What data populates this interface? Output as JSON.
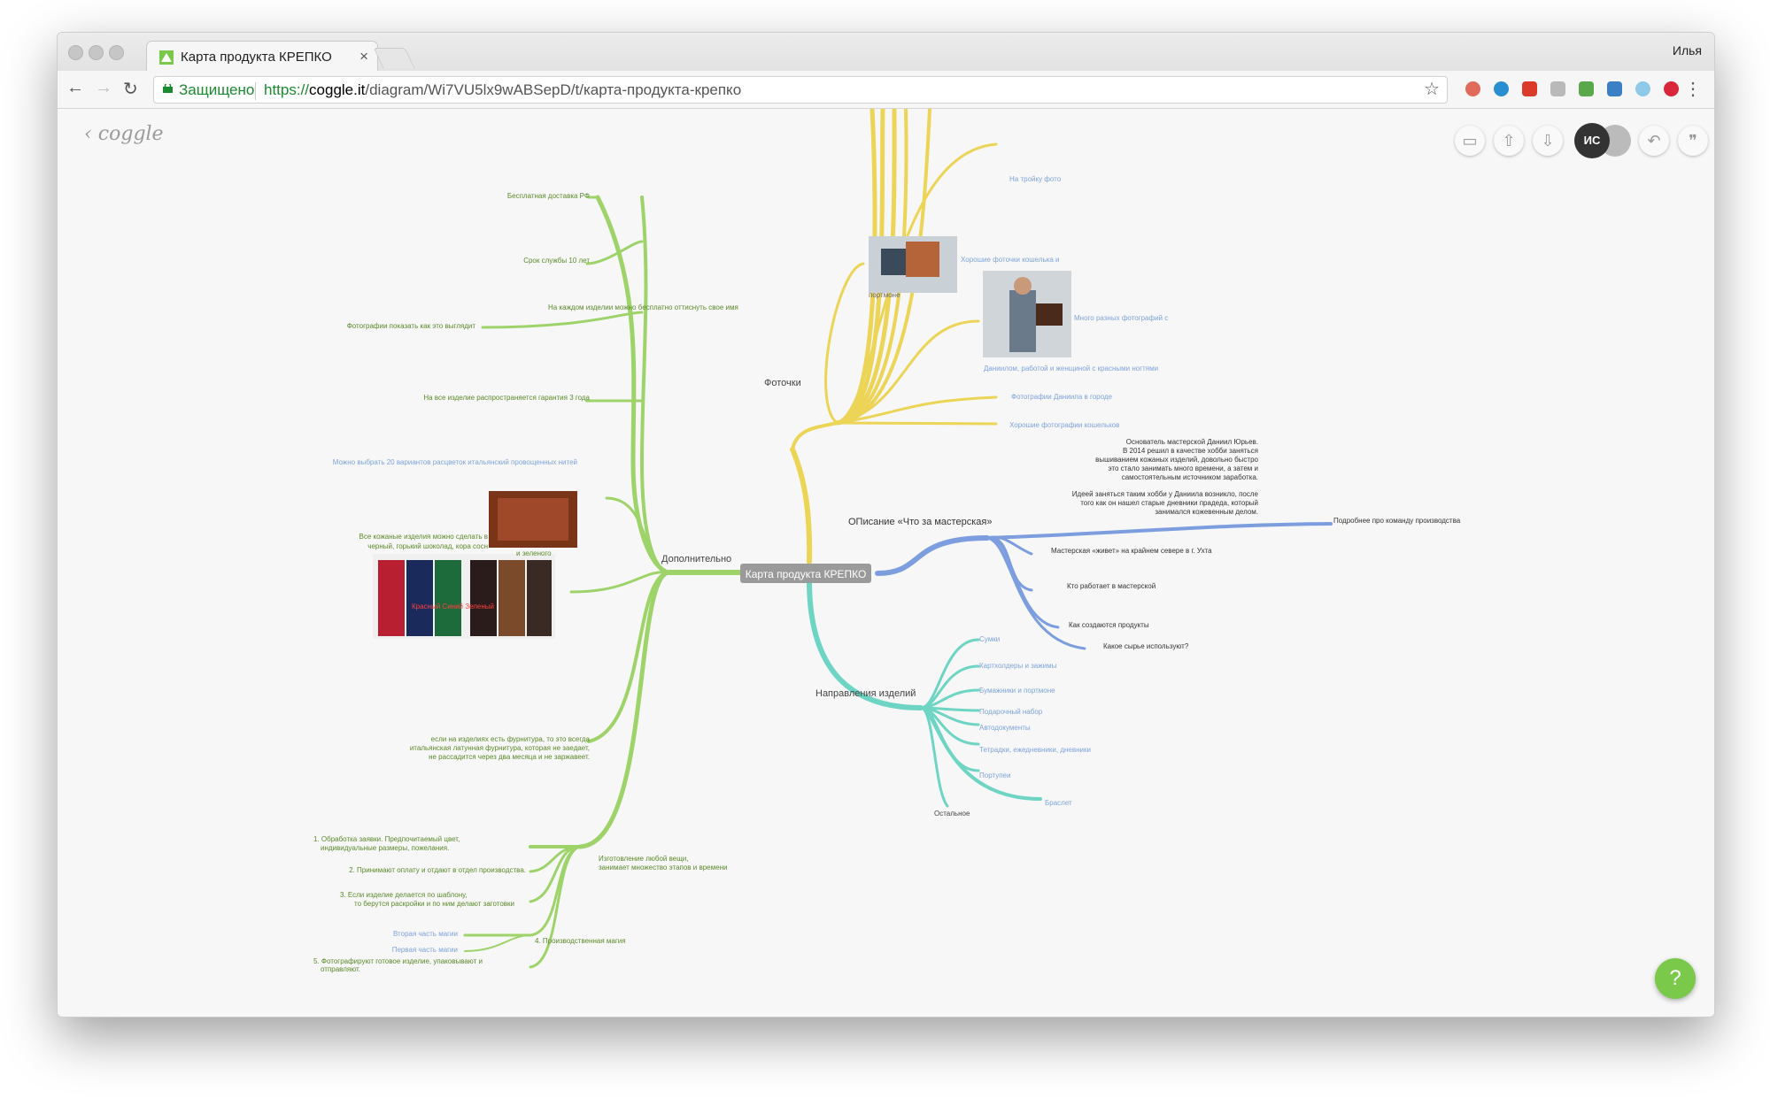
{
  "browser": {
    "tab_title": "Карта продукта КРЕПКО",
    "tab_close": "×",
    "user_name": "Илья",
    "secure_label": "Защищено",
    "url_prefix": "https://",
    "url_domain": "coggle.it",
    "url_path": "/diagram/Wi7VU5lx9wABSepD/t/карта-продукта-крепко",
    "back_icon": "←",
    "forward_icon": "→",
    "reload_icon": "↻",
    "star_icon": "☆",
    "menu_icon": "⋮"
  },
  "app": {
    "logo_text": "‹ coggle",
    "avatar_initials": "ИС",
    "help_label": "?",
    "toolbar_icons": [
      "present-icon",
      "upload-icon",
      "download-icon",
      "avatar",
      "history-icon",
      "comments-icon"
    ]
  },
  "colors": {
    "green": "#9ed36a",
    "yellow": "#ecd456",
    "blue": "#7d9ede",
    "teal": "#6ed4c3",
    "green_text": "#5a8a2a",
    "blue_text": "#7da4dc",
    "center_bg": "#9a9a9a"
  },
  "mindmap": {
    "center": "Карта продукта КРЕПКО",
    "branches": {
      "dopolnitelno": {
        "label": "Дополнительно",
        "nodes": [
          "Бесплатная доставка РФ",
          "Срок службы 10 лет",
          "На каждом изделии можно бесплатно оттиснуть свое имя",
          "Фотографии показать как это выглядит",
          "На все изделие распространяется гарантия 3 года",
          "Можно выбрать 20 вариантов расцветок итальянский провощенных нитей",
          "Все кожаные изделия можно сделать в",
          "черный, горький шоколад, кора сосн",
          "и зеленого",
          "если на изделиях есть фурнитура, то это всегда",
          "итальянская латунная фурнитура, которая не заедает,",
          "не рассадится через два месяца и не заржавеет.",
          "Изготовление любой вещи,",
          "занимает множество этапов и времени"
        ],
        "steps": [
          "1. Обработка заявки. Предпочитаемый цвет,",
          "индивидуальные размеры, пожелания.",
          "2. Принимают оплату и отдают в отдел производства.",
          "3. Если изделие делается по шаблону,",
          "то берутся раскройки и по ним делают заготовки",
          "Вторая часть магии",
          "Первая часть магии",
          "4. Производственная магия",
          "5. Фотографируют готовое изделие, упаковывают и",
          "отправляют."
        ],
        "image_caption": "Красный  Синий  Зеленый"
      },
      "fotochki": {
        "label": "Фоточки",
        "nodes": [
          "На тройку фото",
          "Хорошие фоточки кошелька и",
          "портмоне",
          "Много разных фотографий с",
          "Даниилом, работой и женщиной с красными ногтями",
          "Фотографии Даниила в городе",
          "Хорошие фотографии кошельков"
        ]
      },
      "opisanie": {
        "label": "ОПисание «Что за мастерская»",
        "bio": [
          "Основатель мастерской Даниил Юрьев.",
          "В 2014 решил в качестве хобби заняться",
          "вышиванием кожаных изделий, довольно быстро",
          "это стало занимать много времени, а затем и",
          "самостоятельным источником заработка."
        ],
        "idea": [
          "Идеей заняться таким хобби у Даниила возникло, после",
          "того как он нашел старые дневники прадеда, который",
          "занимался кожевенным делом."
        ],
        "nodes": [
          "Подробнее про команду производства",
          "Мастерская «живет» на крайнем севере в г. Ухта",
          "Кто работает в мастерской",
          "Как создаются продукты",
          "Какое сырье используют?"
        ]
      },
      "napravleniya": {
        "label": "Направления изделий",
        "nodes": [
          "Сумки",
          "Картхолдеры и зажимы",
          "Бумажники и портмоне",
          "Подарочный набор",
          "Автодокументы",
          "Тетрадки, ежедневники, дневники",
          "Портупеи",
          "Браслет",
          "Остальное"
        ]
      }
    }
  }
}
